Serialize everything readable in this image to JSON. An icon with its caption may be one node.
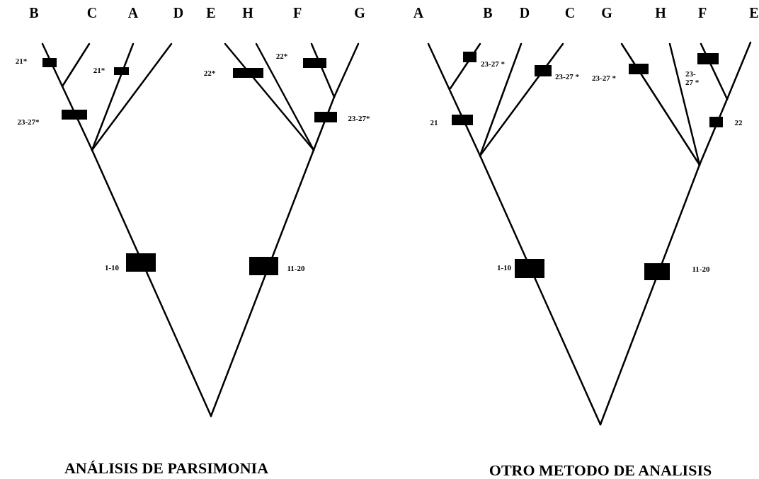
{
  "diagram": {
    "labels": [
      "B",
      "C",
      "A",
      "D",
      "E",
      "H",
      "F",
      "G",
      "A",
      "B",
      "D",
      "C",
      "G",
      "H",
      "F",
      "E",
      "21*",
      "21*",
      "22*",
      "22*",
      "23-27*",
      "23-27*",
      "1-10",
      "11-20",
      "23-27 *",
      "23-27 *",
      "23-27 *",
      "23- 27 *",
      "21",
      "22",
      "1-10",
      "11-20",
      "ANÁLISIS DE PARSIMONIA",
      "OTRO METODO DE ANALISIS"
    ]
  }
}
